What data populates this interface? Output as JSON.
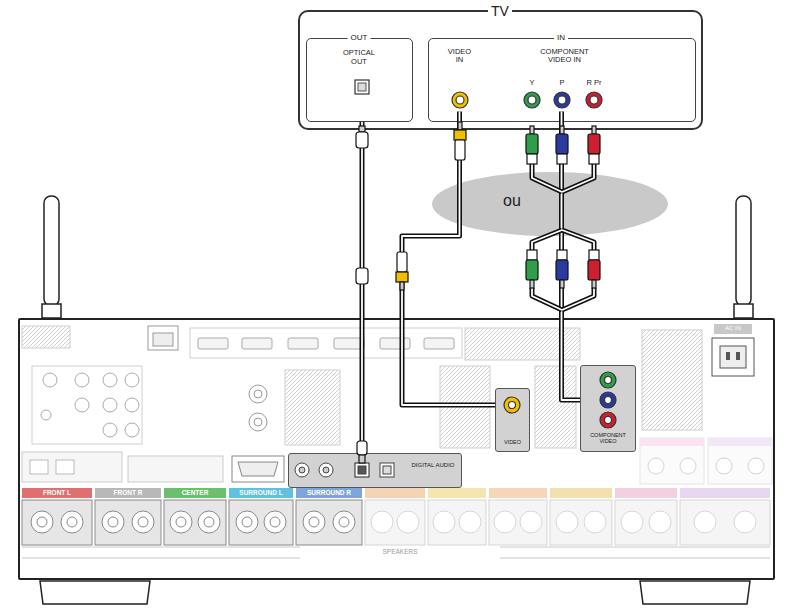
{
  "diagram": {
    "nodes": [
      {
        "text": [
          "TV"
        ]
      },
      {
        "text": [
          "OUT",
          "OPTICAL OUT"
        ],
        "in": 0
      },
      {
        "text": [
          "IN"
        ],
        "in": 0
      },
      {
        "text": [
          "VIDEO IN"
        ],
        "in": 2
      },
      {
        "text": [
          "COMPONENT VIDEO IN"
        ],
        "in": 2
      },
      {
        "text": [
          "ou"
        ]
      },
      {
        "text": [
          "SPEAKERS"
        ]
      },
      {
        "text": [
          "DIGITAL AUDIO"
        ],
        "in": 6
      },
      {
        "text": [
          "VIDEO"
        ],
        "in": 6
      },
      {
        "text": [
          "COMPONENT VIDEO"
        ],
        "in": 6
      }
    ],
    "edges": [
      {
        "from": 1,
        "to": 7,
        "arrow": "none"
      },
      {
        "from": 3,
        "to": 8,
        "arrow": "none"
      },
      {
        "from": 4,
        "to": 9,
        "arrow": "none"
      }
    ],
    "labels": [
      "Y",
      "P",
      "R Pr",
      "FRONT L",
      "FRONT R",
      "CENTER",
      "SURROUND L",
      "SURROUND R",
      "AC IN"
    ]
  }
}
